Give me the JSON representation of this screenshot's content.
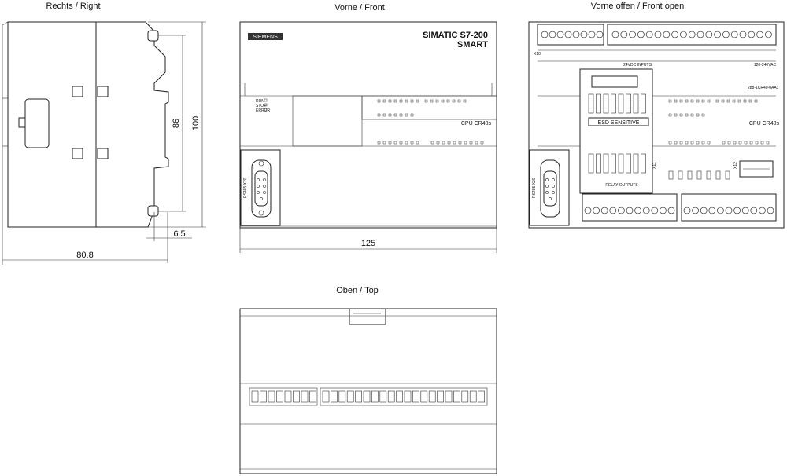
{
  "views": {
    "right": {
      "title": "Rechts / Right"
    },
    "front": {
      "title": "Vorne / Front"
    },
    "front_open": {
      "title": "Vorne offen / Front open"
    },
    "top": {
      "title": "Oben / Top"
    }
  },
  "dimensions": {
    "side_height_inner": "86",
    "side_height_total": "100",
    "side_offset": "6.5",
    "side_depth": "80.8",
    "front_width": "125"
  },
  "front_labels": {
    "brand": "SIEMENS",
    "product_line1": "SIMATIC S7-200",
    "product_line2": "SMART",
    "cpu_model": "CPU CR40s",
    "port": "RS485 X20",
    "status_run": "RUN",
    "status_stop": "STOP",
    "status_error": "ERROR"
  },
  "open_labels": {
    "cpu_model": "CPU CR40s",
    "esd": "ESD SENSITIVE",
    "port": "RS485 X20",
    "inputs": "24VDC INPUTS",
    "outputs": "RELAY OUTPUTS",
    "supply": "120-240VAC",
    "order_no": "288-1CR40-0AA1",
    "x10": "X10",
    "x11": "X11",
    "x12": "X12"
  }
}
